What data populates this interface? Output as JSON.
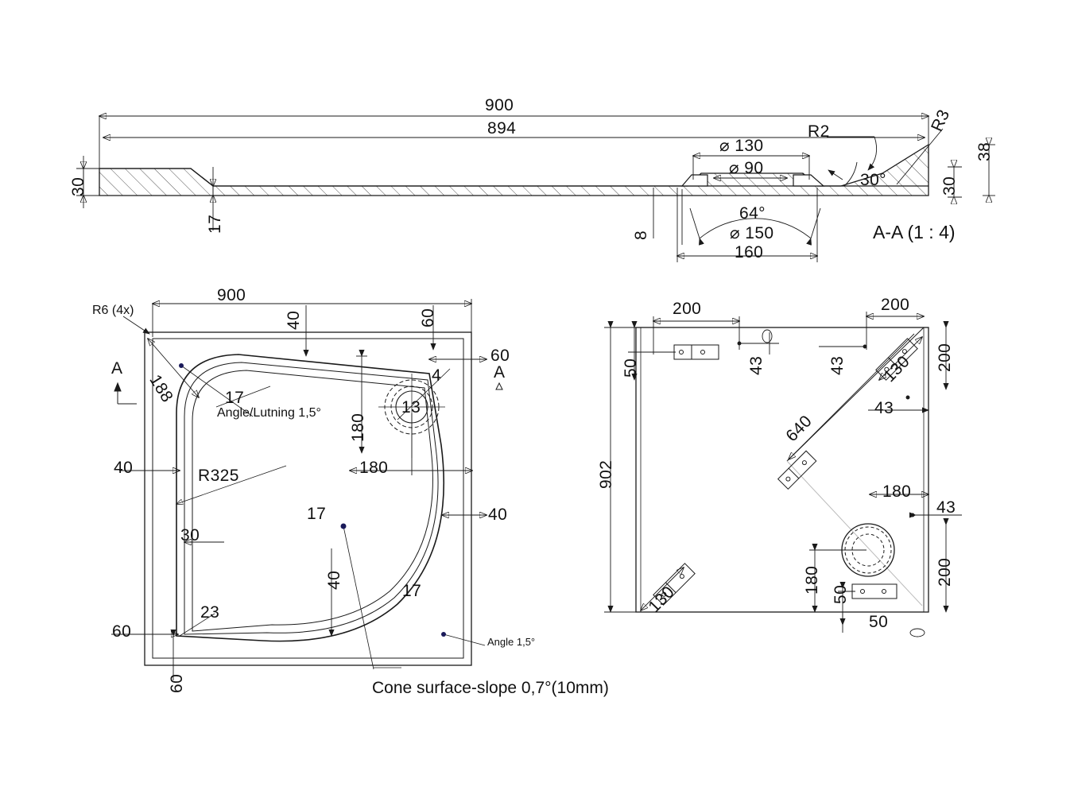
{
  "drawing": {
    "type": "engineering-drawing",
    "subject": "shower-tray",
    "views": [
      {
        "id": "section-aa",
        "title": "A-A (1 : 4)"
      },
      {
        "id": "plan-top",
        "title": ""
      },
      {
        "id": "plan-bottom",
        "title": ""
      }
    ]
  },
  "section": {
    "title": "A-A (1 : 4)",
    "dims": {
      "overall_900": "900",
      "overall_894": "894",
      "left_thk_30": "30",
      "step_17": "17",
      "drop_8": "8",
      "dia_130": "⌀ 130",
      "dia_90": "⌀ 90",
      "dia_150": "⌀ 150",
      "width_160": "160",
      "angle_64": "64°",
      "angle_30": "30°",
      "radius_r2": "R2",
      "radius_r3": "R3",
      "right_38": "38",
      "right_30": "30"
    }
  },
  "plan_left": {
    "dims": {
      "top_900": "900",
      "top_40": "40",
      "top_60": "60",
      "right_60": "60",
      "right_40": "40",
      "left_40": "40",
      "left_60": "60",
      "bottom_60": "60",
      "corner_r6": "R6 (4x)",
      "diag_188": "188",
      "radius_r325": "R325",
      "wall_30": "30",
      "wall_23": "23",
      "wall_17_tl": "17",
      "wall_17_c": "17",
      "wall_17_br": "17",
      "drain_13": "13",
      "drain_4": "4",
      "drain_180_v": "180",
      "drain_180_h": "180",
      "inner_40": "40",
      "section_mark_a_left": "A",
      "section_mark_a_right": "A"
    },
    "notes": {
      "angle_lutning": "Angle/Lutning 1,5°",
      "angle_15": "Angle 1,5°",
      "cone_surface": "Cone surface-slope 0,7°(10mm)"
    }
  },
  "plan_right": {
    "dims": {
      "top_left_200": "200",
      "top_right_200": "200",
      "left_50": "50",
      "left_902": "902",
      "inner_43_tl": "43",
      "inner_43_tr": "43",
      "right_200_top": "200",
      "right_200_bottom": "200",
      "inner_43_mid": "43",
      "bracket_130_tr": "130",
      "bracket_130_bl": "130",
      "diag_640": "640",
      "bottom_180": "180",
      "bottom_43": "43",
      "drain_180": "180",
      "drain_50_v": "50",
      "drain_50_h": "50"
    }
  },
  "style": {
    "line_color": "#1a1a1a",
    "thin_line_color": "#333333",
    "hatch_color": "#555555",
    "accent_dot": "#1a1a5a",
    "background": "#ffffff"
  }
}
